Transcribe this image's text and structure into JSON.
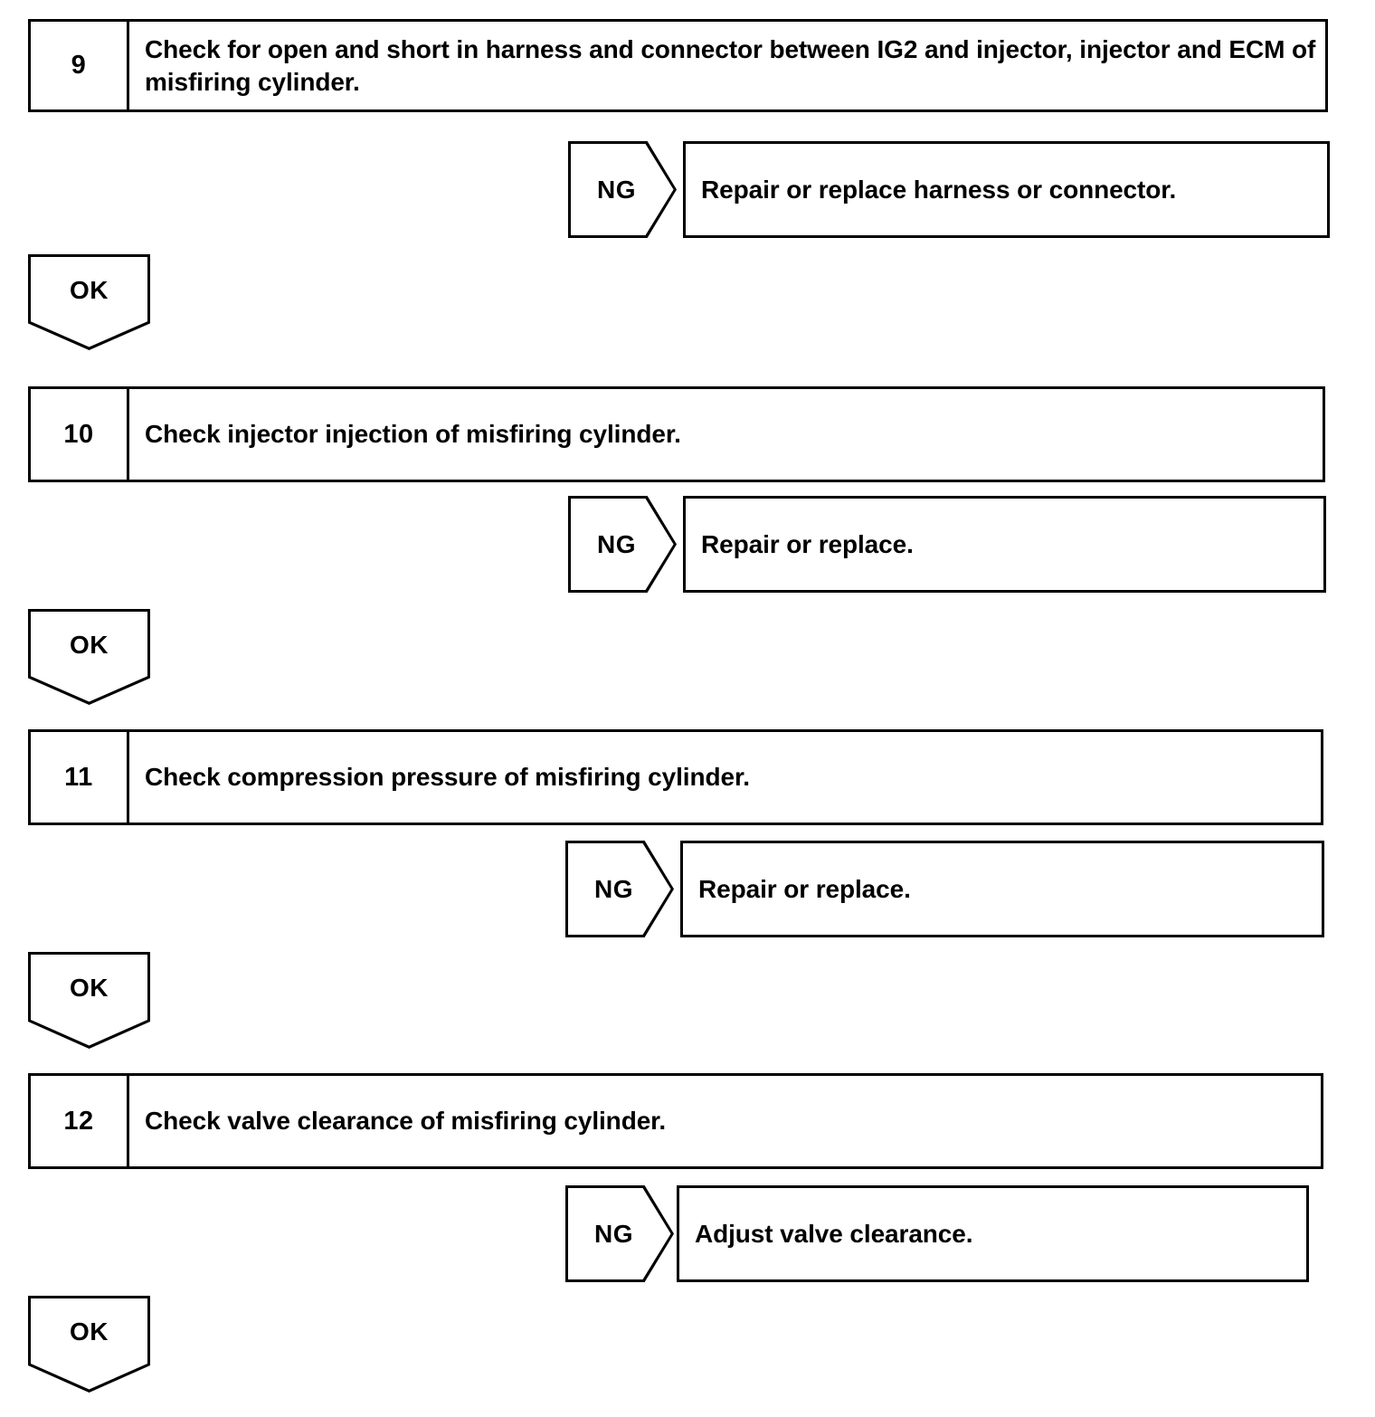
{
  "diagram": {
    "type": "diagnostic-flowchart",
    "steps": [
      {
        "number": "9",
        "text": "Check for open and short in harness and connector between IG2 and injector, injector and ECM of misfiring cylinder.",
        "ng_label": "NG",
        "ng_result": "Repair or replace harness or connector.",
        "ok_label": "OK"
      },
      {
        "number": "10",
        "text": "Check injector injection of misfiring cylinder.",
        "ng_label": "NG",
        "ng_result": "Repair or replace.",
        "ok_label": "OK"
      },
      {
        "number": "11",
        "text": "Check compression pressure of misfiring cylinder.",
        "ng_label": "NG",
        "ng_result": "Repair or replace.",
        "ok_label": "OK"
      },
      {
        "number": "12",
        "text": "Check valve clearance of misfiring cylinder.",
        "ng_label": "NG",
        "ng_result": "Adjust valve clearance.",
        "ok_label": "OK"
      }
    ],
    "colors": {
      "ink": "#000000",
      "paper": "#ffffff"
    }
  }
}
